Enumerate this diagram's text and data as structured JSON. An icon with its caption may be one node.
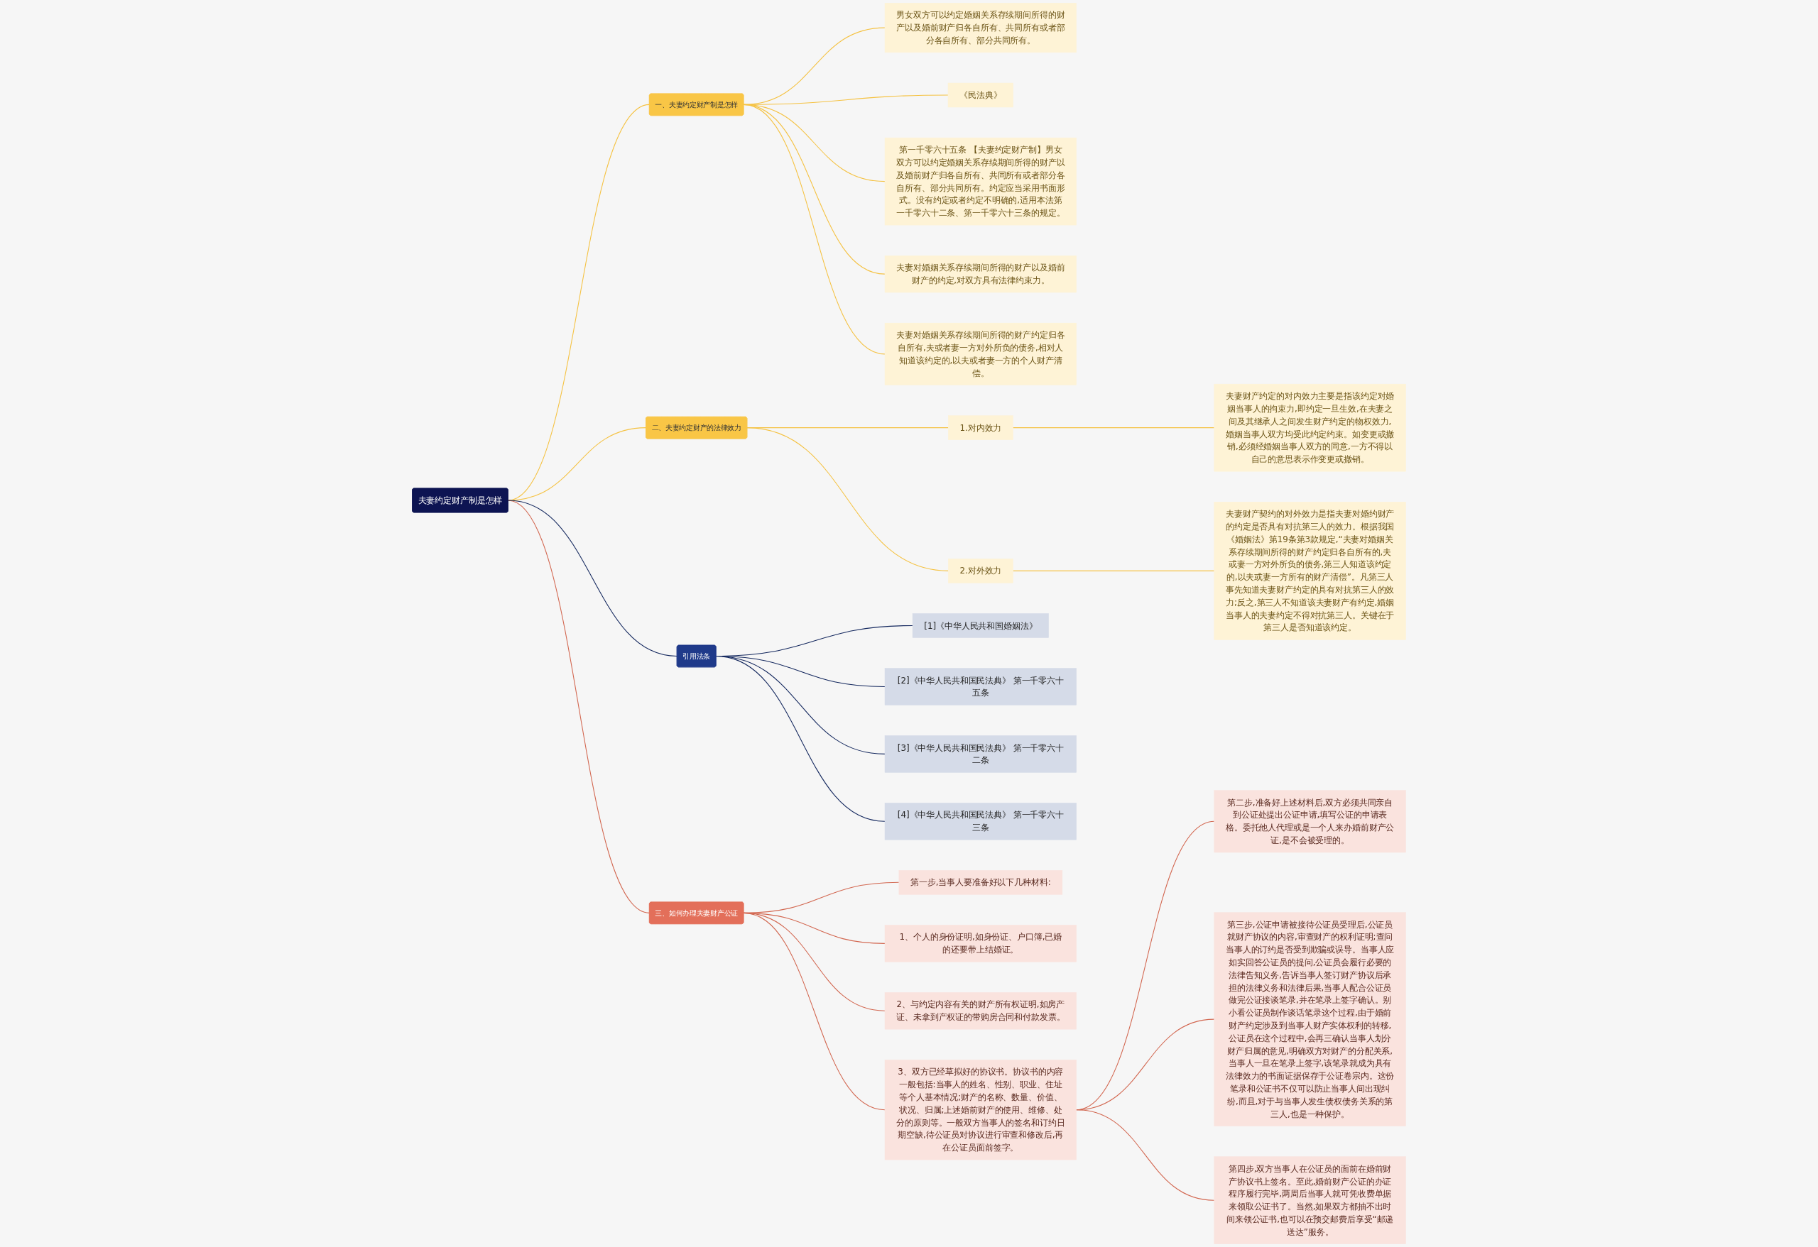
{
  "diagram": {
    "nodes": [
      {
        "text": [
          "夫妻约定财产制是怎样"
        ]
      },
      {
        "text": [
          "一、夫妻约定财产制是怎样"
        ]
      },
      {
        "text": [
          "男女双方可以约定婚姻关系存续期间所得的财产以及婚前财产归各自所有、共同所有或者部分各自所有、部分共同所有。"
        ]
      },
      {
        "text": [
          "《民法典》"
        ]
      },
      {
        "text": [
          "第一千零六十五条 【夫妻约定财产制】男女双方可以约定婚姻关系存续期间所得的财产以及婚前财产归各自所有、共同所有或者部分各自所有、部分共同所有。约定应当采用书面形式。没有约定或者约定不明确的,适用本法第一千零六十二条、第一千零六十三条的规定。"
        ]
      },
      {
        "text": [
          "夫妻对婚姻关系存续期间所得的财产以及婚前财产的约定,对双方具有法律约束力。"
        ]
      },
      {
        "text": [
          "夫妻对婚姻关系存续期间所得的财产约定归各自所有,夫或者妻一方对外所负的债务,相对人知道该约定的,以夫或者妻一方的个人财产清偿。"
        ]
      },
      {
        "text": [
          "二、夫妻约定财产的法律效力"
        ]
      },
      {
        "text": [
          "1.对内效力"
        ]
      },
      {
        "text": [
          "夫妻财产约定的对内效力主要是指该约定对婚姻当事人的拘束力,即约定一旦生效,在夫妻之间及其继承人之间发生财产约定的物权效力,婚姻当事人双方均受此约定约束。如变更或撤销,必须经婚姻当事人双方的同意,一方不得以自己的意思表示作变更或撤销。"
        ]
      },
      {
        "text": [
          "2.对外效力"
        ]
      },
      {
        "text": [
          "夫妻财产契约的对外效力是指夫妻对婚约财产的约定是否具有对抗第三人的效力。根据我国《婚姻法》第19条第3款规定,“夫妻对婚姻关系存续期间所得的财产约定归各自所有的,夫或妻一方对外所负的债务,第三人知道该约定的,以夫或妻一方所有的财产清偿”。凡第三人事先知道夫妻财产约定的具有对抗第三人的效力;反之,第三人不知道该夫妻财产有约定,婚姻当事人的夫妻约定不得对抗第三人。关键在于第三人是否知道该约定。"
        ]
      },
      {
        "text": [
          "三、如何办理夫妻财产公证"
        ]
      },
      {
        "text": [
          "第一步,当事人要准备好以下几种材料:"
        ]
      },
      {
        "text": [
          "1、个人的身份证明,如身份证、户口簿,已婚的还要带上结婚证。"
        ]
      },
      {
        "text": [
          "2、与约定内容有关的财产所有权证明,如房产证、未拿到产权证的带购房合同和付款发票。"
        ]
      },
      {
        "text": [
          "3、双方已经草拟好的协议书。协议书的内容一般包括:当事人的姓名、性别、职业、住址等个人基本情况;财产的名称、数量、价值、状况、归属;上述婚前财产的使用、维修、处分的原则等。一般双方当事人的签名和订约日期空缺,待公证员对协议进行审查和修改后,再在公证员面前签字。"
        ]
      },
      {
        "text": [
          "第二步,准备好上述材料后,双方必须共同亲自到公证处提出公证申请,填写公证的申请表格。委托他人代理或是一个人来办婚前财产公证,是不会被受理的。"
        ]
      },
      {
        "text": [
          "第三步,公证申请被接待公证员受理后,公证员就财产协议的内容,审查财产的权利证明;查问当事人的订约是否受到欺骗或误导。当事人应如实回答公证员的提问,公证员会履行必要的法律告知义务,告诉当事人签订财产协议后承担的法律义务和法律后果,当事人配合公证员做完公证接谈笔录,并在笔录上签字确认。别小看公证员制作谈话笔录这个过程,由于婚前财产约定涉及到当事人财产实体权利的转移,公证员在这个过程中,会再三确认当事人划分财产归属的意见,明确双方对财产的分配关系,当事人一旦在笔录上签字,该笔录就成为具有法律效力的书面证据保存于公证卷宗内。这份笔录和公证书不仅可以防止当事人间出现纠纷,而且,对于与当事人发生债权债务关系的第三人,也是一种保护。"
        ]
      },
      {
        "text": [
          "第四步,双方当事人在公证员的面前在婚前财产协议书上签名。至此,婚前财产公证的办证程序履行完毕,两周后当事人就可凭收费单据来领取公证书了。当然,如果双方都抽不出时间来领公证书,也可以在预交邮费后享受“邮递送达”服务。"
        ]
      },
      {
        "text": [
          "引用法条"
        ]
      },
      {
        "text": [
          "[1]《中华人民共和国婚姻法》"
        ]
      },
      {
        "text": [
          "[2]《中华人民共和国民法典》 第一千零六十五条"
        ]
      },
      {
        "text": [
          "[3]《中华人民共和国民法典》 第一千零六十二条"
        ]
      },
      {
        "text": [
          "[4]《中华人民共和国民法典》 第一千零六十三条"
        ]
      }
    ],
    "edges": [
      {
        "from": 0,
        "to": 1,
        "arrow": "none",
        "color": "#f5c242"
      },
      {
        "from": 1,
        "to": 2,
        "arrow": "none",
        "color": "#f5c242"
      },
      {
        "from": 1,
        "to": 3,
        "arrow": "none",
        "color": "#f5c242"
      },
      {
        "from": 1,
        "to": 4,
        "arrow": "none",
        "color": "#f5c242"
      },
      {
        "from": 1,
        "to": 5,
        "arrow": "none",
        "color": "#f5c242"
      },
      {
        "from": 1,
        "to": 6,
        "arrow": "none",
        "color": "#f5c242"
      },
      {
        "from": 0,
        "to": 7,
        "arrow": "none",
        "color": "#f5c242"
      },
      {
        "from": 7,
        "to": 8,
        "arrow": "none",
        "color": "#f5c242"
      },
      {
        "from": 8,
        "to": 9,
        "arrow": "none",
        "color": "#f5c242"
      },
      {
        "from": 7,
        "to": 10,
        "arrow": "none",
        "color": "#f5c242"
      },
      {
        "from": 10,
        "to": 11,
        "arrow": "none",
        "color": "#f5c242"
      },
      {
        "from": 0,
        "to": 12,
        "arrow": "none",
        "color": "#d2664f"
      },
      {
        "from": 12,
        "to": 13,
        "arrow": "none",
        "color": "#d2664f"
      },
      {
        "from": 12,
        "to": 14,
        "arrow": "none",
        "color": "#d2664f"
      },
      {
        "from": 12,
        "to": 15,
        "arrow": "none",
        "color": "#d2664f"
      },
      {
        "from": 12,
        "to": 16,
        "arrow": "none",
        "color": "#d2664f"
      },
      {
        "from": 16,
        "to": 17,
        "arrow": "none",
        "color": "#d2664f"
      },
      {
        "from": 16,
        "to": 18,
        "arrow": "none",
        "color": "#d2664f"
      },
      {
        "from": 16,
        "to": 19,
        "arrow": "none",
        "color": "#d2664f"
      },
      {
        "from": 0,
        "to": 20,
        "arrow": "none",
        "color": "#14285e"
      },
      {
        "from": 20,
        "to": 21,
        "arrow": "none",
        "color": "#14285e"
      },
      {
        "from": 20,
        "to": 22,
        "arrow": "none",
        "color": "#14285e"
      },
      {
        "from": 20,
        "to": 23,
        "arrow": "none",
        "color": "#14285e"
      },
      {
        "from": 20,
        "to": 24,
        "arrow": "none",
        "color": "#14285e"
      }
    ]
  }
}
